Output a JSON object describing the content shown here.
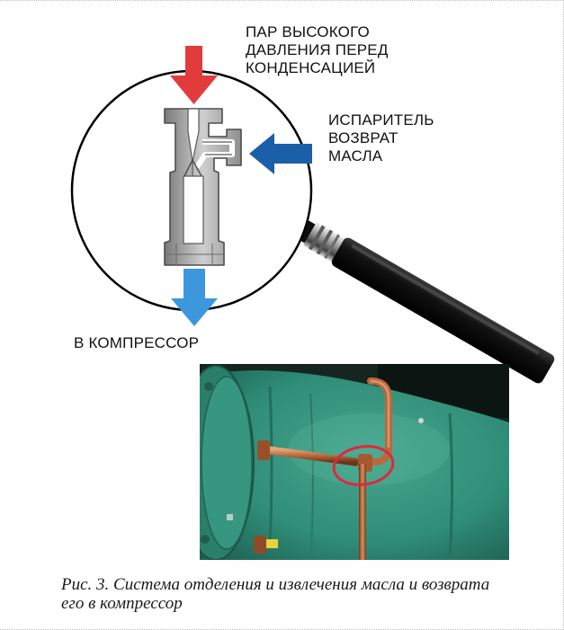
{
  "labels": {
    "top_lines": [
      "ПАР ВЫСОКОГО",
      "ДАВЛЕНИЯ ПЕРЕД",
      "КОНДЕНСАЦИЕЙ"
    ],
    "right_lines": [
      "ИСПАРИТЕЛЬ",
      "ВОЗВРАТ",
      "МАСЛА"
    ],
    "bottom": "В КОМПРЕССОР"
  },
  "caption_lines": [
    "Рис. 3. Система отделения и извлечения масла и возврата",
    "его в компрессор"
  ],
  "colors": {
    "inlet_arrow": "#e23b3b",
    "oil_return_arrow": "#1b5fa8",
    "outlet_arrow": "#3c97dc",
    "compressor_body": "#2f8d78",
    "copper": "#b8693d",
    "highlight_ring": "#e0283c"
  },
  "icons": [
    "magnifying-glass",
    "ejector-fitting",
    "compressor-photo"
  ]
}
